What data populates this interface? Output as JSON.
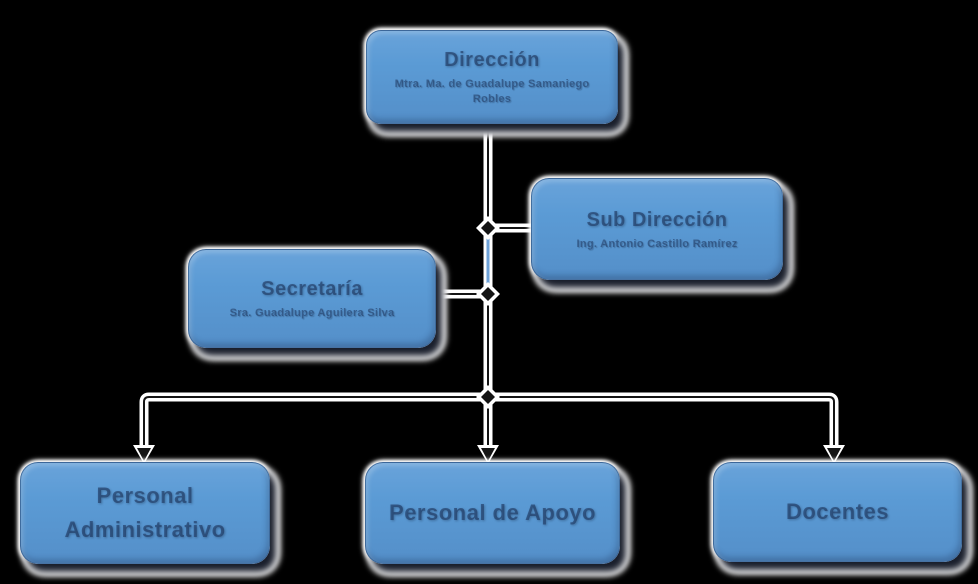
{
  "colors": {
    "box_fill": "#5b9bd5",
    "box_fill_dark": "#4a86bd",
    "background": "#000000",
    "connector": "#141414",
    "connector_blue": "#6ea2d8",
    "glow": "#ffffff"
  },
  "nodes": {
    "direccion": {
      "title": "Dirección",
      "subtitle": "Mtra. Ma. de Guadalupe Samaniego",
      "subtitle2": "Robles"
    },
    "subdireccion": {
      "title": "Sub Dirección",
      "subtitle": "Ing. Antonio Castillo Ramírez"
    },
    "secretaria": {
      "title": "Secretaría",
      "subtitle": "Sra. Guadalupe Aguilera Silva"
    },
    "personal_administrativo": {
      "title": "Personal",
      "title2": "Administrativo"
    },
    "personal_apoyo": {
      "title": "Personal de Apoyo"
    },
    "docentes": {
      "title": "Docentes"
    }
  }
}
